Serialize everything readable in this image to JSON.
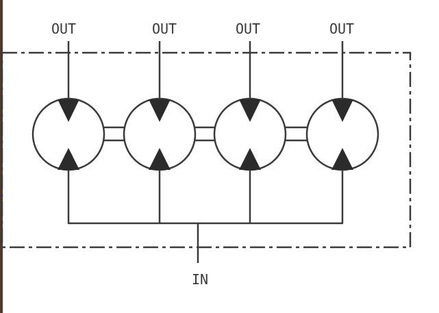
{
  "diagram": {
    "outputs": [
      {
        "label": "OUT"
      },
      {
        "label": "OUT"
      },
      {
        "label": "OUT"
      },
      {
        "label": "OUT"
      }
    ],
    "input": {
      "label": "IN"
    },
    "pump_count": 4,
    "colors": {
      "line": "#3a3a3a",
      "fill": "#ffffff",
      "edge": "#4a3a30"
    }
  }
}
